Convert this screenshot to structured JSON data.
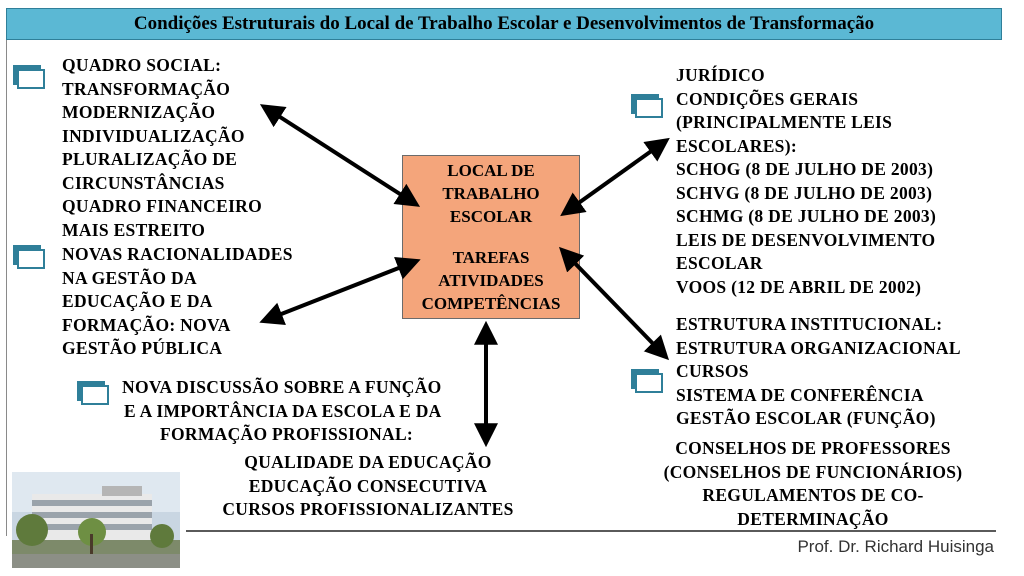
{
  "title": "Condições Estruturais do Local de Trabalho Escolar e Desenvolvimentos de Transformação",
  "center": {
    "top_lines": [
      "LOCAL DE",
      "TRABALHO",
      "ESCOLAR"
    ],
    "bottom_lines": [
      "TAREFAS",
      "ATIVIDADES",
      "COMPETÊNCIAS"
    ]
  },
  "blocks": {
    "quadro_social": [
      "QUADRO SOCIAL:",
      "TRANSFORMAÇÃO",
      "MODERNIZAÇÃO",
      "INDIVIDUALIZAÇÃO",
      "PLURALIZAÇÃO DE",
      "CIRCUNSTÂNCIAS",
      "QUADRO FINANCEIRO",
      "MAIS ESTREITO"
    ],
    "novas_racionalidades": [
      "NOVAS RACIONALIDADES",
      "NA GESTÃO DA",
      "EDUCAÇÃO E DA",
      "FORMAÇÃO: NOVA",
      "GESTÃO PÚBLICA"
    ],
    "nova_discussao": [
      "NOVA DISCUSSÃO SOBRE A FUNÇÃO",
      "E A IMPORTÂNCIA DA ESCOLA E DA",
      "FORMAÇÃO PROFISSIONAL:"
    ],
    "qualidade": [
      "QUALIDADE DA EDUCAÇÃO",
      "EDUCAÇÃO CONSECUTIVA",
      "CURSOS PROFISSIONALIZANTES"
    ],
    "juridico": [
      "JURÍDICO",
      "CONDIÇÕES GERAIS",
      "(PRINCIPALMENTE LEIS",
      "ESCOLARES):",
      "SCHOG (8 DE JULHO DE 2003)",
      "SCHVG (8 DE JULHO DE 2003)",
      "SCHMG (8 DE JULHO DE 2003)",
      "LEIS DE DESENVOLVIMENTO",
      "ESCOLAR",
      "VOOS (12 DE ABRIL DE 2002)"
    ],
    "estrutura": [
      "ESTRUTURA INSTITUCIONAL:",
      "ESTRUTURA ORGANIZACIONAL",
      "CURSOS",
      "SISTEMA DE CONFERÊNCIA",
      "GESTÃO ESCOLAR (FUNÇÃO)"
    ],
    "conselhos": [
      "CONSELHOS DE PROFESSORES",
      "(CONSELHOS DE FUNCIONÁRIOS)",
      "REGULAMENTOS DE CO-",
      "DETERMINAÇÃO"
    ]
  },
  "footer": "Prof. Dr. Richard Huisinga",
  "colors": {
    "title_bar": "#5bb8d4",
    "center_box": "#f4a57b",
    "bullet": "#2f7f99"
  }
}
